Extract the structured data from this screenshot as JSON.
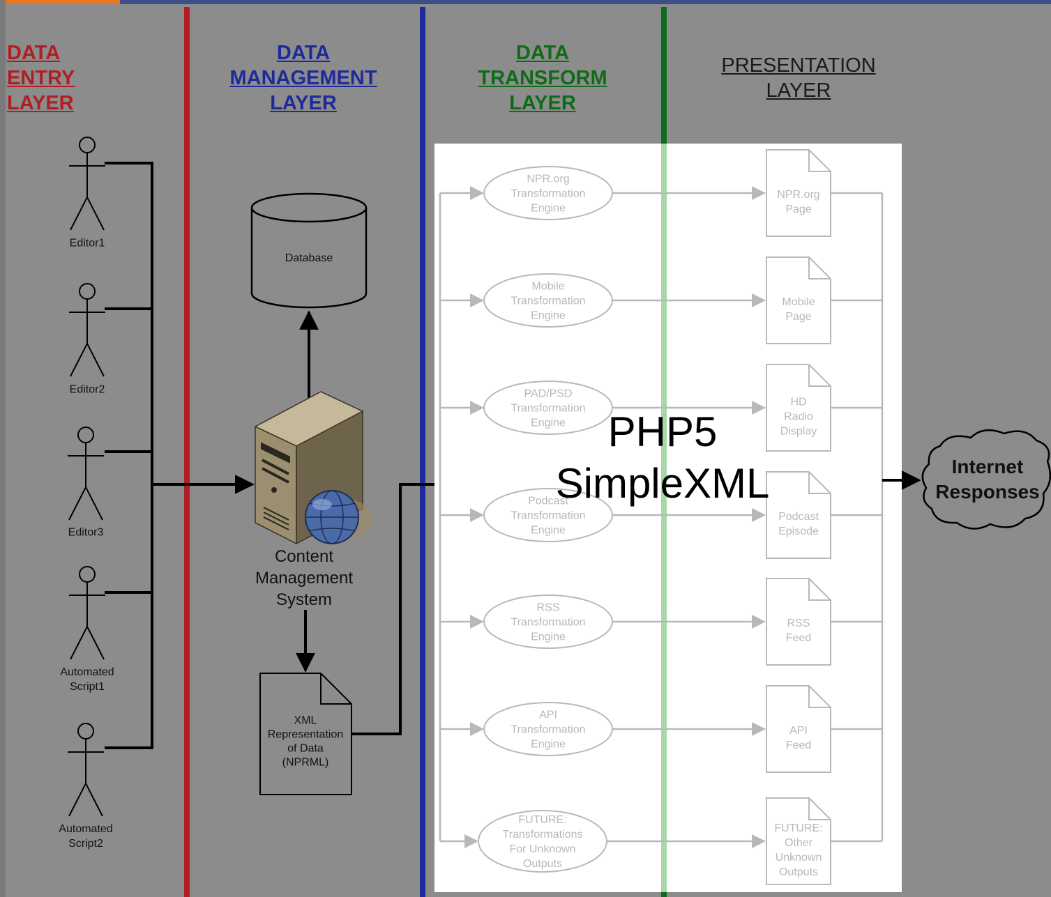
{
  "layers": {
    "entry": [
      "DATA",
      "ENTRY",
      "LAYER"
    ],
    "management": [
      "DATA",
      "MANAGEMENT",
      "LAYER"
    ],
    "transform": [
      "DATA",
      "TRANSFORM",
      "LAYER"
    ],
    "presentation": [
      "PRESENTATION",
      "LAYER"
    ]
  },
  "actors": [
    {
      "label": [
        "Editor1"
      ]
    },
    {
      "label": [
        "Editor2"
      ]
    },
    {
      "label": [
        "Editor3"
      ]
    },
    {
      "label": [
        "Automated",
        "Script1"
      ]
    },
    {
      "label": [
        "Automated",
        "Script2"
      ]
    }
  ],
  "database_label": "Database",
  "cms_label": [
    "Content",
    "Management",
    "System"
  ],
  "xml_doc_label": [
    "XML",
    "Representation",
    "of Data",
    "(NPRML)"
  ],
  "engines": [
    {
      "label": [
        "NPR.org",
        "Transformation",
        "Engine"
      ]
    },
    {
      "label": [
        "Mobile",
        "Transformation",
        "Engine"
      ]
    },
    {
      "label": [
        "PAD/PSD",
        "Transformation",
        "Engine"
      ]
    },
    {
      "label": [
        "Podcast",
        "Transformation",
        "Engine"
      ]
    },
    {
      "label": [
        "RSS",
        "Transformation",
        "Engine"
      ]
    },
    {
      "label": [
        "API",
        "Transformation",
        "Engine"
      ]
    },
    {
      "label": [
        "FUTURE:",
        "Transformations",
        "For Unknown",
        "Outputs"
      ]
    }
  ],
  "outputs": [
    {
      "label": [
        "NPR.org",
        "Page"
      ]
    },
    {
      "label": [
        "Mobile",
        "Page"
      ]
    },
    {
      "label": [
        "HD",
        "Radio",
        "Display"
      ]
    },
    {
      "label": [
        "Podcast",
        "Episode"
      ]
    },
    {
      "label": [
        "RSS",
        "Feed"
      ]
    },
    {
      "label": [
        "API",
        "Feed"
      ]
    },
    {
      "label": [
        "FUTURE:",
        "Other",
        "Unknown",
        "Outputs"
      ]
    }
  ],
  "overlay_label": [
    "PHP5",
    "SimpleXML"
  ],
  "cloud_label": [
    "Internet",
    "Responses"
  ],
  "colors": {
    "background": "#8c8c8c",
    "entry_divider": "#b01e23",
    "management_divider": "#1d2a9c",
    "transform_divider": "#0e6b16",
    "overlay": "#ffffff",
    "faded": "#b8b8b8"
  }
}
